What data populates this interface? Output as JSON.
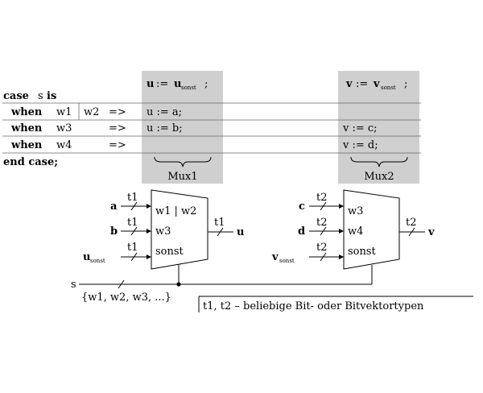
{
  "code": {
    "case_kw": "case",
    "s": "s",
    "is_kw": "is",
    "when_kw": "when",
    "w1": "w1",
    "w2": "w2",
    "w3": "w3",
    "w4": "w4",
    "arrow": "=>",
    "end_case": "end case;",
    "col1_default_var": "u",
    "col1_default_sub": "sonst",
    "col2_default_var": "v",
    "col2_default_sub": "sonst",
    "assign": ":=",
    "row1_col1": "u := a;",
    "row2_col1": "u := b;",
    "row2_col2": "v := c;",
    "row3_col2": "v := d;"
  },
  "mux1": {
    "label": "Mux1",
    "input_a": "a",
    "input_b": "b",
    "input_u_main": "u",
    "input_u_sub": "sonst",
    "port1": "w1 | w2",
    "port2": "w3",
    "port3": "sonst",
    "width_label": "t1",
    "output": "u"
  },
  "mux2": {
    "label": "Mux2",
    "input_c": "c",
    "input_d": "d",
    "input_v_main": "v",
    "input_v_sub": "sonst",
    "port1": "w3",
    "port2": "w4",
    "port3": "sonst",
    "width_label": "t2",
    "output": "v"
  },
  "select": {
    "signal": "s",
    "values": "{w1, w2, w3, ...}"
  },
  "note": "t1, t2 – beliebige Bit- oder Bitvektortypen"
}
